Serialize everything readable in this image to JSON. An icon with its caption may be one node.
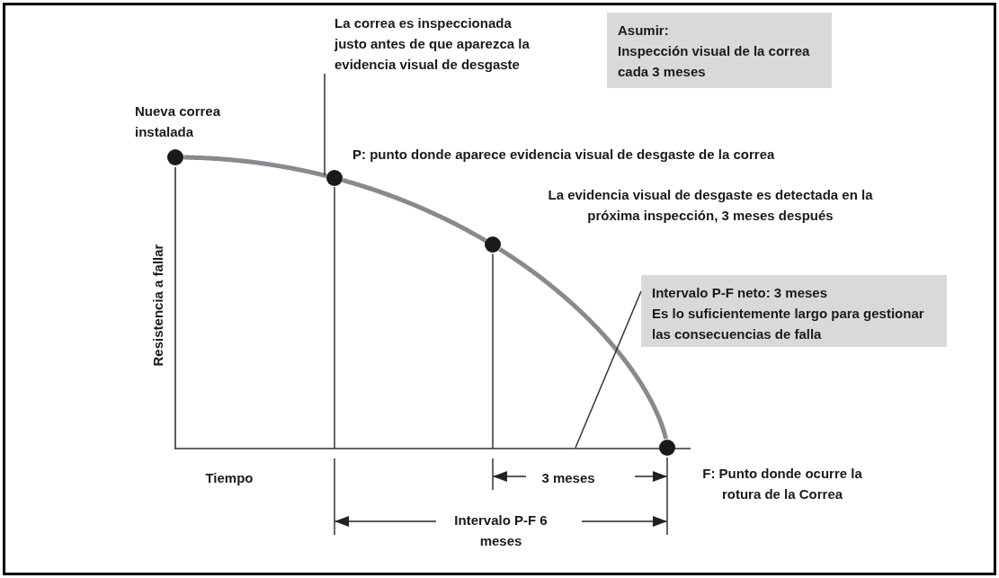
{
  "diagram": {
    "nodes": [
      {
        "text": [
          "Nueva correa instalada"
        ]
      },
      {
        "text": [
          "La correa es inspeccionada justo antes de que aparezca la evidencia visual de desgaste"
        ]
      },
      {
        "text": [
          "Asumir:",
          "Inspección visual de la correa cada 3 meses"
        ]
      },
      {
        "text": [
          "P: punto donde aparece evidencia visual de desgaste de la correa"
        ]
      },
      {
        "text": [
          "La evidencia visual de desgaste es detectada en la próxima inspección, 3 meses después"
        ]
      },
      {
        "text": [
          "Intervalo P-F neto: 3 meses",
          "Es lo suficientemente largo para gestionar las consecuencias de falla"
        ]
      },
      {
        "text": [],
        "shape": "circle"
      },
      {
        "text": [],
        "shape": "circle"
      },
      {
        "text": [],
        "shape": "circle"
      },
      {
        "text": [],
        "shape": "circle"
      },
      {
        "text": [
          "F: Punto donde ocurre la rotura de la Correa"
        ]
      }
    ],
    "edges": [
      {
        "from": 6,
        "to": 7,
        "arrow": "none"
      },
      {
        "from": 7,
        "to": 8,
        "arrow": "none"
      },
      {
        "from": 8,
        "to": 9,
        "arrow": "none"
      },
      {
        "from": 1,
        "to": 7,
        "arrow": "none",
        "color": "#333333"
      },
      {
        "from": 5,
        "to": null,
        "arrow": "none",
        "color": "#333333"
      }
    ],
    "labels": [
      "Resistencia a fallar",
      "Tiempo",
      "3 meses",
      "Intervalo P-F 6 meses"
    ]
  }
}
